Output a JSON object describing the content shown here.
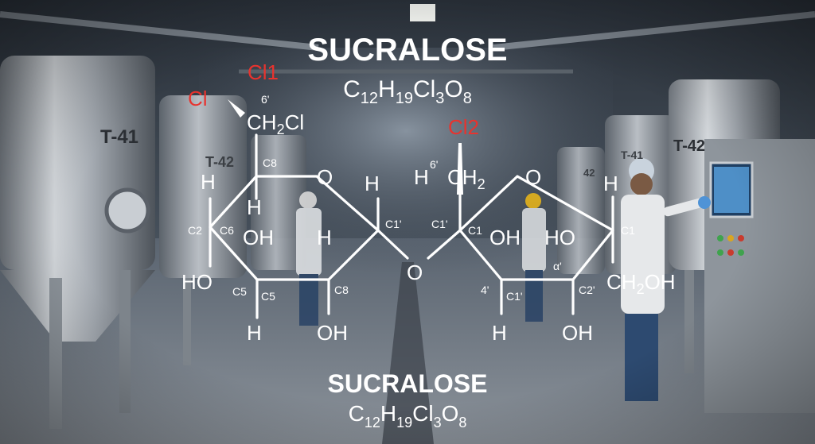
{
  "top": {
    "title": "SUCRALOSE",
    "formula_C": "C",
    "formula_c": "12",
    "formula_H": "H",
    "formula_h": "19",
    "formula_Cl": "Cl",
    "formula_cl": "3",
    "formula_O": "O",
    "formula_o": "8"
  },
  "bottom": {
    "title": "SUCRALOSE",
    "formula_C": "C",
    "formula_c": "12",
    "formula_H": "H",
    "formula_h": "19",
    "formula_Cl": "Cl",
    "formula_cl": "3",
    "formula_O": "O",
    "formula_o": "8"
  },
  "tanks": {
    "t41": "T-41",
    "t42a": "T-42",
    "t42b": "T-42",
    "t43": "T-41",
    "t44": "42"
  },
  "molecule": {
    "cl1": "Cl1",
    "cl2": "Cl2",
    "cl_left": "Cl",
    "ch2cl": "CH",
    "ch2cl_sub": "2",
    "ch2cl_tail": "Cl",
    "six_prime_a": "6'",
    "six_prime_b": "6'",
    "ch2_right": "CH",
    "ch2_right_sub": "2",
    "c8_top": "C8",
    "c8_bottom": "C8",
    "h": "H",
    "oh": "OH",
    "ho": "HO",
    "o": "O",
    "c2": "C2",
    "c6": "C6",
    "c5a": "C5",
    "c5b": "C5",
    "c1_prime_left": "C1'",
    "c1_prime_mid": "C1'",
    "c1_mid": "C1",
    "c1_right": "C1",
    "alpha_prime": "α'",
    "four_prime": "4'",
    "c1_prime_bottom": "C1'",
    "c2_prime": "C2'",
    "ch2oh": "CH",
    "ch2oh_sub": "2",
    "ch2oh_tail": "OH"
  },
  "colors": {
    "accent_red": "#e8332e",
    "text": "#ffffff"
  }
}
